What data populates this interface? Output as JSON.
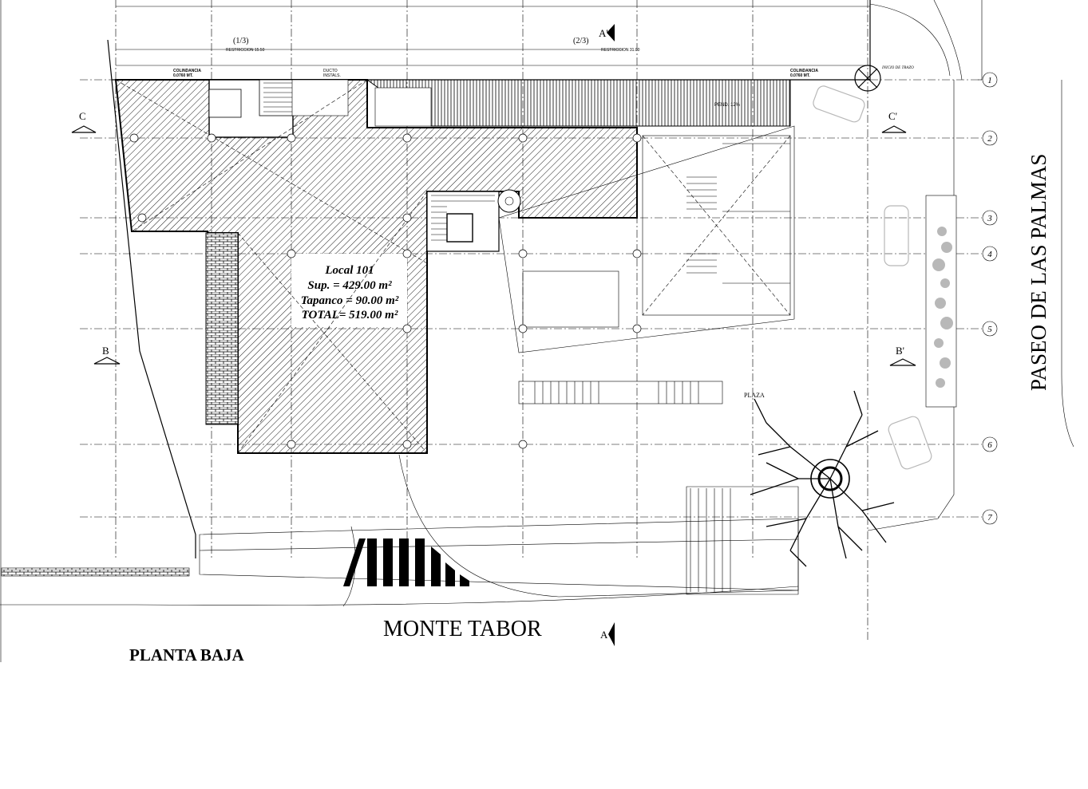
{
  "drawing": {
    "title": "PLANTA BAJA",
    "street_bottom": "MONTE TABOR",
    "street_right": "PASEO DE LAS PALMAS"
  },
  "local": {
    "name": "Local 101",
    "sup": "Sup. = 429.00 m²",
    "tapanco": "Tapanco = 90.00 m²",
    "total": "TOTAL= 519.00 m²"
  },
  "sections": [
    "A",
    "A'",
    "B",
    "B'",
    "C",
    "C'"
  ],
  "axes": [
    "1",
    "2",
    "3",
    "4",
    "5",
    "6",
    "7"
  ],
  "labels": {
    "plaza": "PLAZA",
    "rest_1_3": "(1/3)",
    "rest_2_3": "(2/3)",
    "colindancia_left": "COLINDANCIA",
    "colindancia_right": "COLINDANCIA",
    "colind_val_left": "0.0760 MT.",
    "colind_val_right": "0.0760 MT.",
    "ducto": "DUCTO",
    "ductos_inst": "INSTALS.",
    "restriccion_left": "RESTRICCION 15.50",
    "restriccion_mid": "RESTRICCION 31.00",
    "inicio_trazo": "INICIO DE TRAZO",
    "pend": "PEND. 12%"
  },
  "colors": {
    "line": "#000000",
    "hatch": "#000000",
    "background": "#ffffff",
    "grey_tree": "#b8b8b8"
  }
}
